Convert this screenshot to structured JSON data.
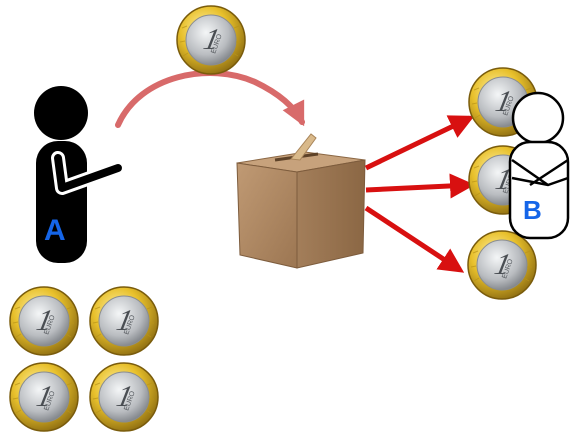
{
  "person_a": {
    "label": "A",
    "label_color": "#1565e8",
    "icon": "person-silhouette-black"
  },
  "person_b": {
    "label": "B",
    "label_color": "#1565e8",
    "icon": "person-outline-white-arms-crossed"
  },
  "coin": {
    "icon": "one-euro-coin",
    "denomination": "1",
    "inner_color": "#c9ccce",
    "ring_color": "#e8c02b"
  },
  "ballot_box": {
    "icon": "cardboard-ballot-box",
    "color": "#b48a64"
  },
  "arrows": {
    "curved_color": "#d86a6a",
    "straight_color": "#d81010"
  }
}
